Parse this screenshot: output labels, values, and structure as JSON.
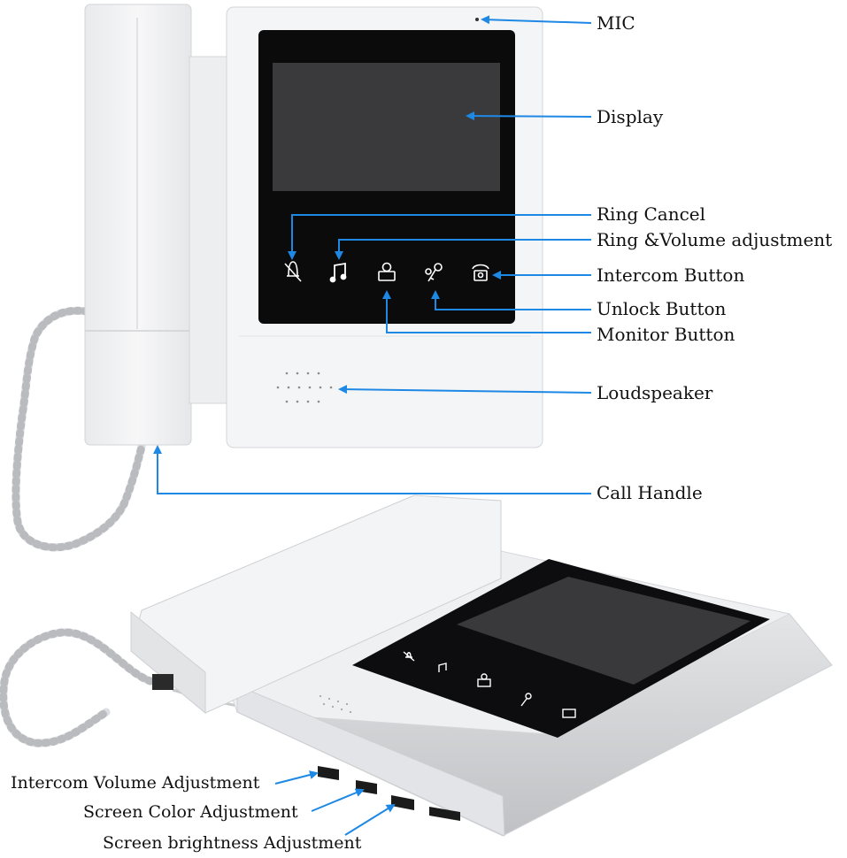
{
  "colors": {
    "arrow": "#1e88e5",
    "body": "#f1f2f4",
    "body_shade": "#d9dbde",
    "screen_frame": "#0b0b0c",
    "display": "#3a3a3c",
    "icon": "#ffffff"
  },
  "icons": [
    "ring-cancel-icon",
    "music-note-icon",
    "monitor-person-icon",
    "key-icon",
    "phone-icon"
  ],
  "labels": {
    "mic": "MIC",
    "display": "Display",
    "ring_cancel": "Ring Cancel",
    "ring_volume": "Ring &Volume adjustment",
    "intercom_button": "Intercom Button",
    "unlock_button": "Unlock Button",
    "monitor_button": "Monitor Button",
    "loudspeaker": "Loudspeaker",
    "call_handle": "Call Handle",
    "intercom_volume": "Intercom Volume Adjustment",
    "screen_color": "Screen Color Adjustment",
    "screen_brightness": "Screen brightness Adjustment"
  }
}
